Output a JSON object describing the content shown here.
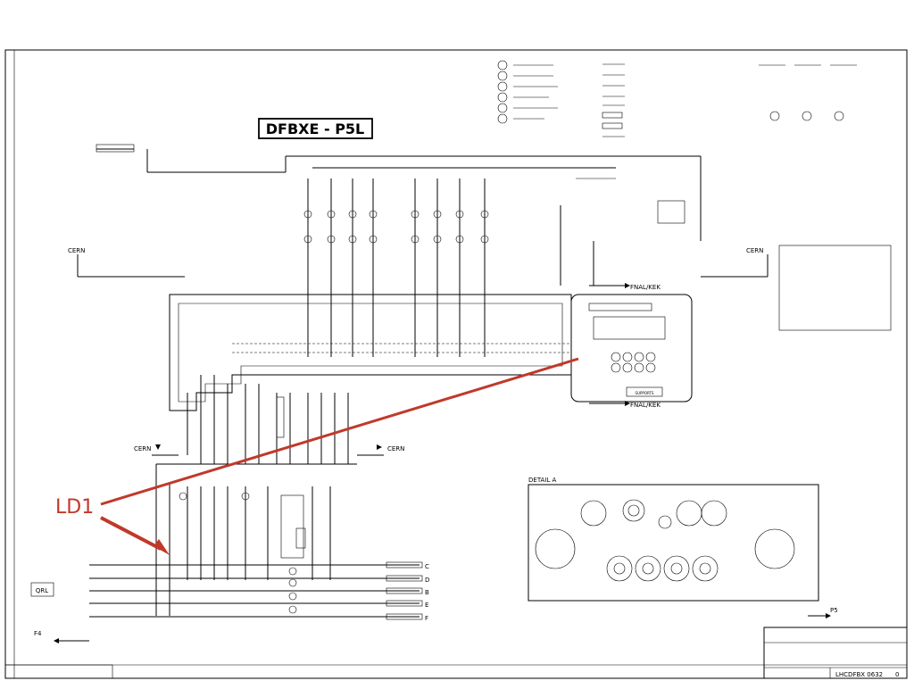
{
  "title": "DFBXE - P5L",
  "labels": {
    "cern_left": "CERN",
    "cern_right": "CERN",
    "cern_mid_left": "CERN",
    "cern_mid_right": "CERN",
    "fnal_top": "FNAL/KEK",
    "fnal_bottom": "FNAL/KEK",
    "detail": "DETAIL A",
    "qrl": "QRL",
    "p5": "P5",
    "f4": "F4",
    "support": "SUPPORTS"
  },
  "lines": [
    "C",
    "D",
    "B",
    "E",
    "F"
  ],
  "annotation": {
    "label": "LD1",
    "color": "#c0392b"
  },
  "title_block": {
    "drawing_number": "LHCDFBX 0632",
    "revision": "0"
  }
}
